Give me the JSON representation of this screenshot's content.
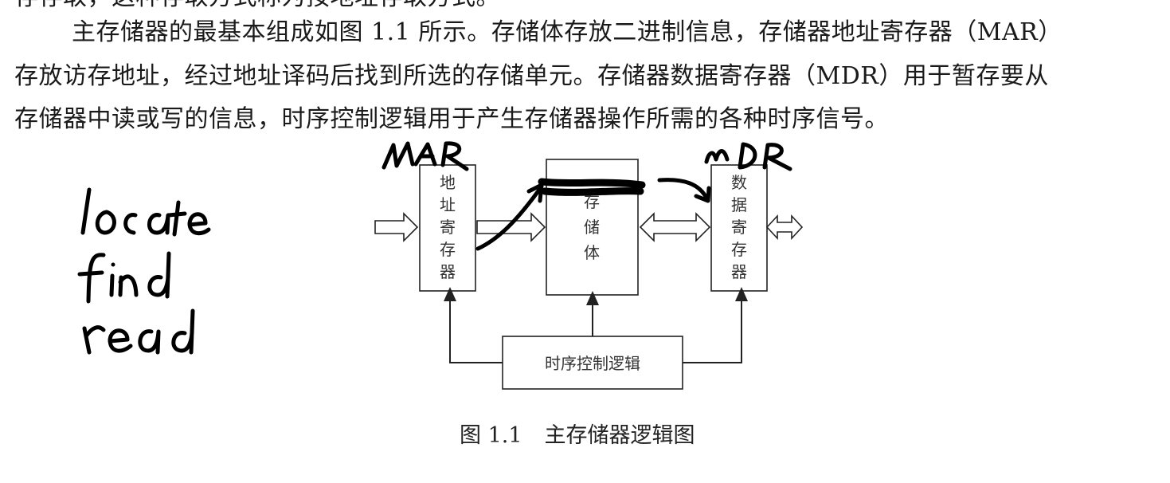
{
  "paragraph": {
    "line0": "存存取，这种存取方式称为按地址存取方式。",
    "line1": "主存储器的最基本组成如图 1.1 所示。存储体存放二进制信息，存储器地址寄存器（MAR）",
    "line2": "存放访存地址，经过地址译码后找到所选的存储单元。存储器数据寄存器（MDR）用于暂存要从",
    "line3": "存储器中读或写的信息，时序控制逻辑用于产生存储器操作所需的各种时序信号。"
  },
  "diagram": {
    "mar_box_chars": [
      "地",
      "址",
      "寄",
      "存",
      "器"
    ],
    "memory_box_chars": [
      "存",
      "储",
      "体"
    ],
    "mdr_box_chars": [
      "数",
      "据",
      "寄",
      "存",
      "器"
    ],
    "control_logic_label": "时序控制逻辑"
  },
  "figure_caption": {
    "number": "图 1.1",
    "title": "主存储器逻辑图"
  },
  "handwriting": {
    "mar_note": "MAR",
    "mdr_note": "MDR",
    "side_notes": [
      "locate",
      "find",
      "read"
    ]
  }
}
